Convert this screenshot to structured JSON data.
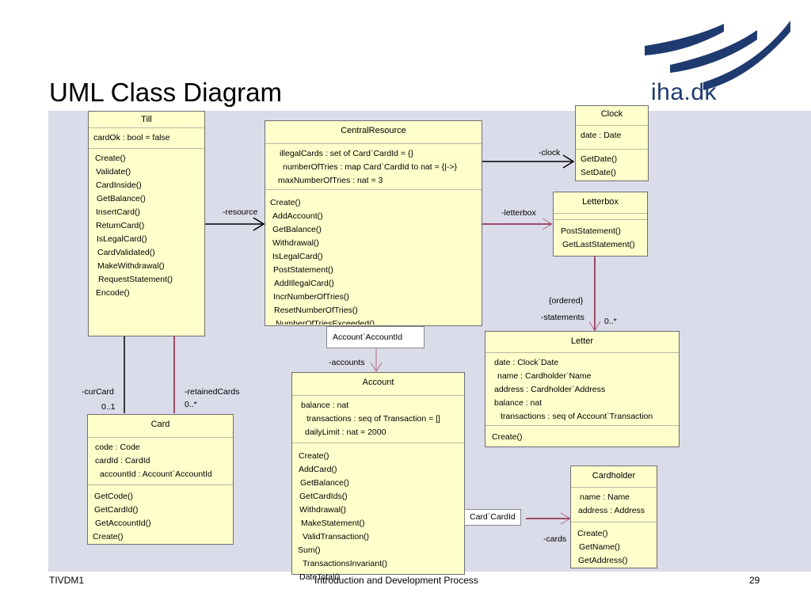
{
  "slide": {
    "title": "UML Class Diagram",
    "logo_text": "iha.dk",
    "footer_left": "TIVDM1",
    "footer_center": "Introduction and Development Process",
    "footer_right": "29"
  },
  "classes": {
    "till": {
      "name": "Till",
      "attributes": [
        "cardOk : bool = false"
      ],
      "operations": [
        "Create()",
        "Validate()",
        "CardInside()",
        "GetBalance()",
        "InsertCard()",
        "ReturnCard()",
        "IsLegalCard()",
        "CardValidated()",
        "MakeWithdrawal()",
        "RequestStatement()",
        "Encode()"
      ]
    },
    "central": {
      "name": "CentralResource",
      "attributes": [
        "illegalCards : set of Card`CardId = {}",
        "numberOfTries : map Card`CardId to nat = {|->}",
        "maxNumberOfTries : nat = 3"
      ],
      "operations": [
        "Create()",
        "AddAccount()",
        "GetBalance()",
        "Withdrawal()",
        "IsLegalCard()",
        "PostStatement()",
        "AddIllegalCard()",
        "IncrNumberOfTries()",
        "ResetNumberOfTries()",
        "NumberOfTriesExceeded()"
      ]
    },
    "clock": {
      "name": "Clock",
      "attributes": [
        "date : Date"
      ],
      "operations": [
        "GetDate()",
        "SetDate()"
      ]
    },
    "letterbox": {
      "name": "Letterbox",
      "attributes": [],
      "operations": [
        "PostStatement()",
        "GetLastStatement()"
      ]
    },
    "letter": {
      "name": "Letter",
      "attributes": [
        "date : Clock`Date",
        "name : Cardholder`Name",
        "address : Cardholder`Address",
        "balance : nat",
        "transactions : seq of Account`Transaction"
      ],
      "operations": [
        "Create()"
      ]
    },
    "account": {
      "name": "Account",
      "attributes": [
        "balance : nat",
        "transactions : seq of Transaction = []",
        "dailyLimit : nat = 2000"
      ],
      "operations": [
        "Create()",
        "AddCard()",
        "GetBalance()",
        "GetCardIds()",
        "Withdrawal()",
        "MakeStatement()",
        "ValidTransaction()",
        "Sum()",
        "TransactionsInvariant()",
        "DateTotal()"
      ]
    },
    "card": {
      "name": "Card",
      "attributes": [
        "code : Code",
        "cardId : CardId",
        "accountId : Account`AccountId"
      ],
      "operations": [
        "GetCode()",
        "GetCardId()",
        "GetAccountId()",
        "Create()"
      ]
    },
    "cardholder": {
      "name": "Cardholder",
      "attributes": [
        "name : Name",
        "address : Address"
      ],
      "operations": [
        "Create()",
        "GetName()",
        "GetAddress()"
      ]
    }
  },
  "associations": {
    "clock": "-clock",
    "resource": "-resource",
    "letterbox": "-letterbox",
    "ordered": "{ordered}",
    "statements": "-statements",
    "statements_mult": "0..*",
    "accounts": "-accounts",
    "accounts_qualifier": "Account`AccountId",
    "curcard": "-curCard",
    "curcard_mult": "0..1",
    "retainedcards": "-retainedCards",
    "retainedcards_mult": "0..*",
    "cards": "-cards",
    "cards_qualifier": "Card`CardId"
  },
  "colors": {
    "background": "#dadcea",
    "class_fill": "#ffffcc",
    "composition": "#8b1a3a",
    "association": "#000000",
    "logo": "#1e3a6e"
  }
}
